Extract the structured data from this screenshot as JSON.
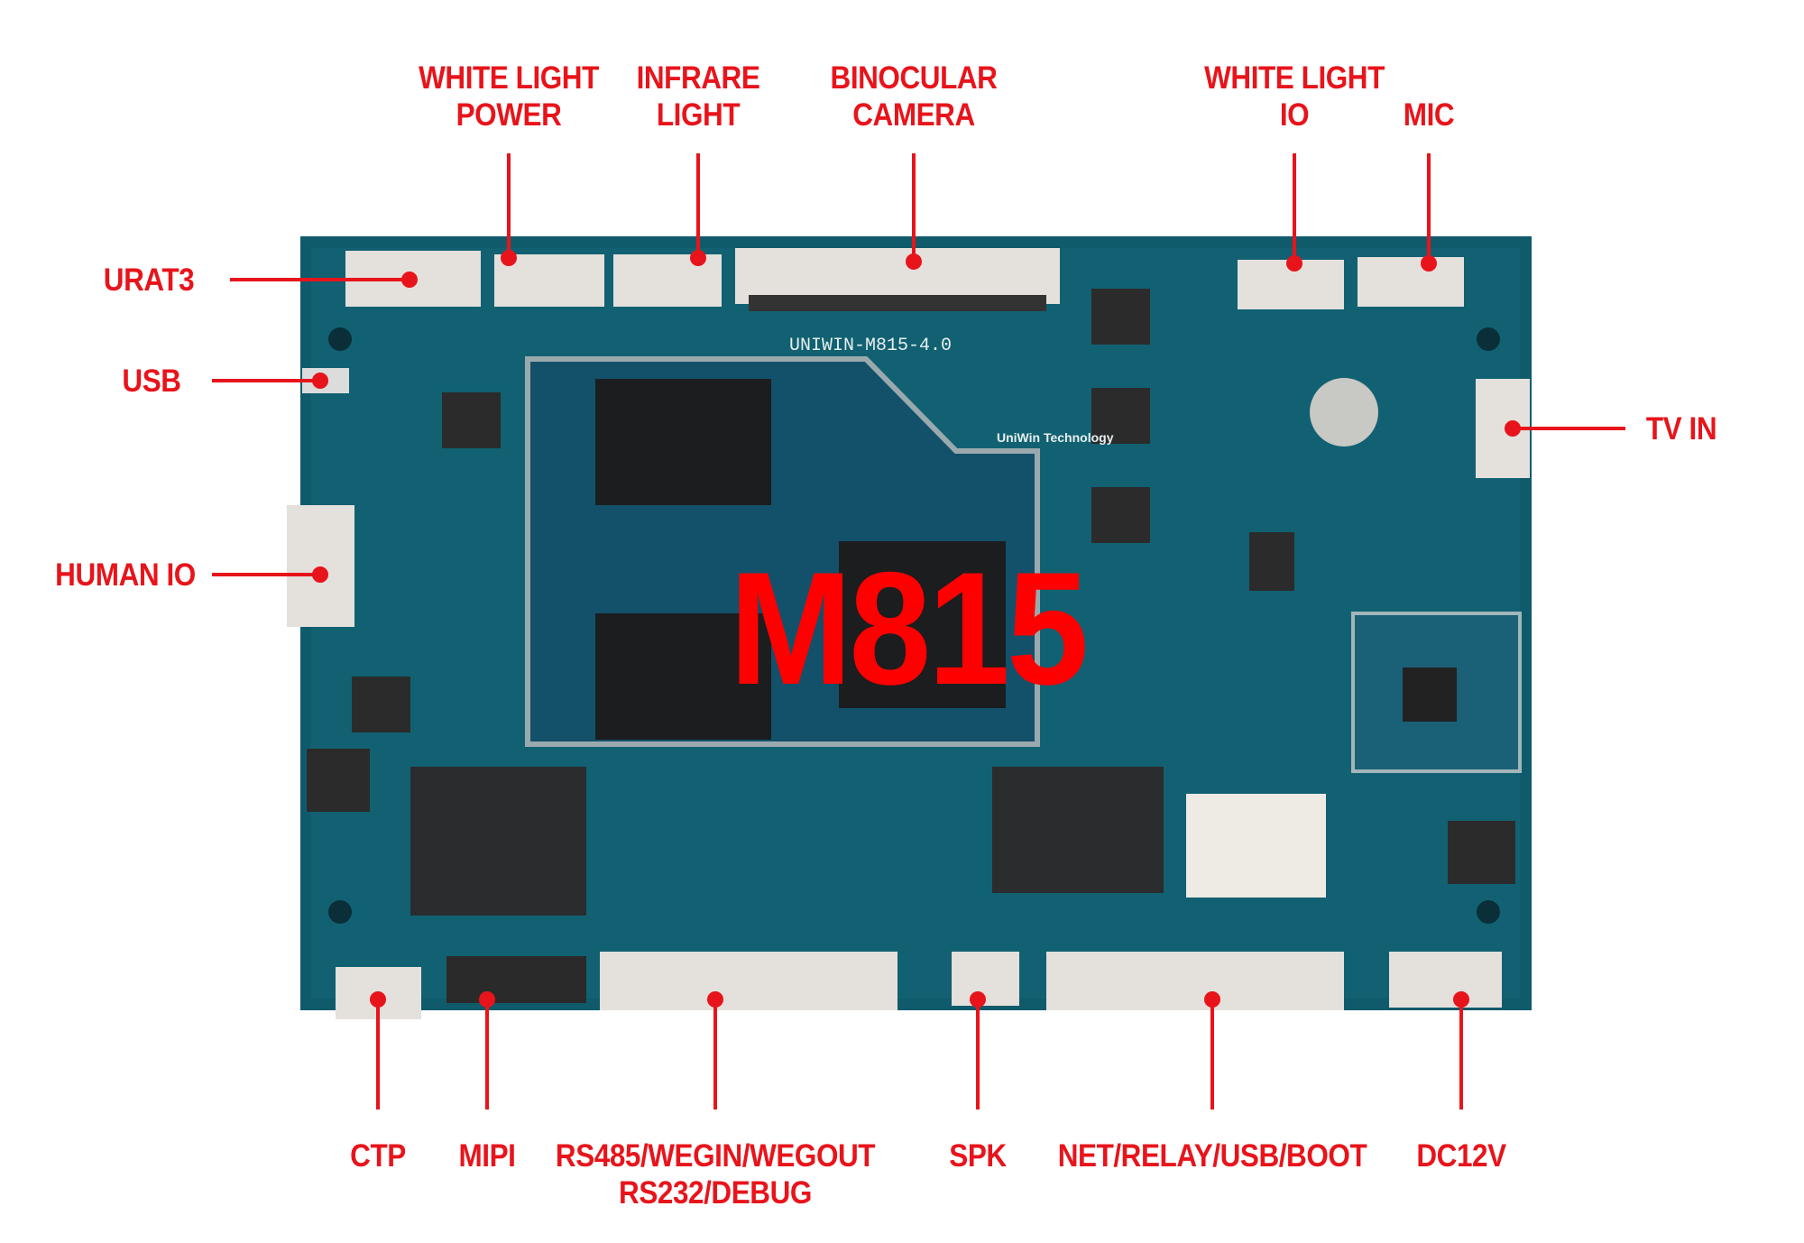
{
  "board": {
    "title": "M815",
    "silkscreen": "UNIWIN-M815-4.0",
    "brand": "UniWin Technology",
    "colors": {
      "board": "#0f5b6c",
      "label": "#e8141b",
      "chip": "#1b1d1f",
      "connector": "#e4e0dc"
    }
  },
  "labels": {
    "white_light_power": [
      "WHITE LIGHT",
      "POWER"
    ],
    "infrare_light": [
      "INFRARE",
      "LIGHT"
    ],
    "binocular_camera": [
      "BINOCULAR",
      "CAMERA"
    ],
    "white_light_io": [
      "WHITE LIGHT",
      "IO"
    ],
    "mic": "MIC",
    "urat3": "URAT3",
    "usb": "USB",
    "human_io": "HUMAN IO",
    "tv_in": "TV IN",
    "ctp": "CTP",
    "mipi": "MIPI",
    "rs485": [
      "RS485/WEGIN/WEGOUT",
      "RS232/DEBUG"
    ],
    "spk": "SPK",
    "net": "NET/RELAY/USB/BOOT",
    "dc12v": "DC12V"
  }
}
